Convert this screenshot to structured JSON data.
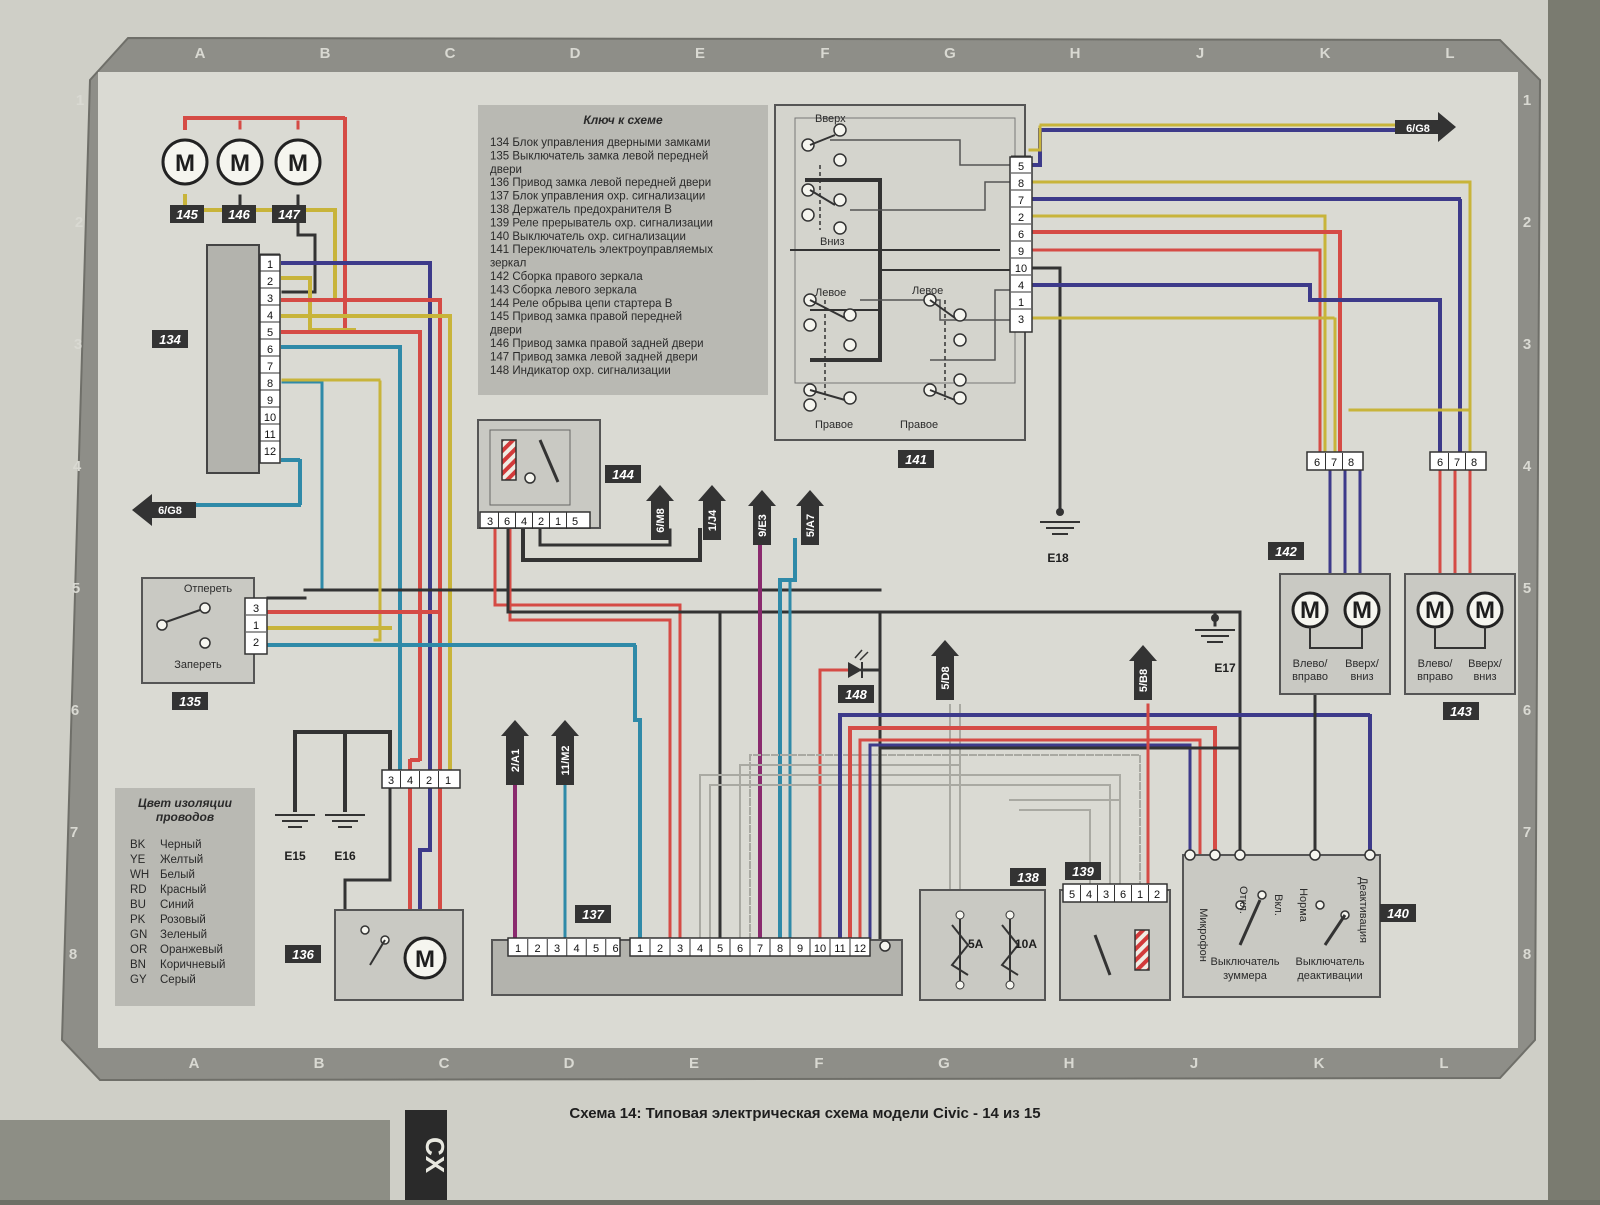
{
  "frame": {
    "columns": [
      "A",
      "B",
      "C",
      "D",
      "E",
      "F",
      "G",
      "H",
      "J",
      "K",
      "L"
    ],
    "rows": [
      "1",
      "2",
      "3",
      "4",
      "5",
      "6",
      "7",
      "8"
    ]
  },
  "key": {
    "title": "Ключ к схеме",
    "items": [
      "134 Блок управления дверными замками",
      "135 Выключатель замка левой передней",
      "      двери",
      "136 Привод замка левой передней двери",
      "137 Блок управления охр. сигнализации",
      "138 Держатель предохранителя В",
      "139 Реле прерыватель охр. сигнализации",
      "140 Выключатель охр. сигнализации",
      "141 Переключатель электроуправляемых",
      "      зеркал",
      "142 Сборка правого зеркала",
      "143 Сборка левого зеркала",
      "144 Реле обрыва цепи стартера В",
      "145 Привод замка правой передней",
      "      двери",
      "146 Привод замка правой задней двери",
      "147 Привод замка левой задней двери",
      "148 Индикатор охр. сигнализации"
    ]
  },
  "colors_legend": {
    "title_1": "Цвет изоляции",
    "title_2": "проводов",
    "codes": [
      "BK",
      "YE",
      "WH",
      "RD",
      "BU",
      "PK",
      "GN",
      "OR",
      "BN",
      "GY"
    ],
    "names": [
      "Черный",
      "Желтый",
      "Белый",
      "Красный",
      "Синий",
      "Розовый",
      "Зеленый",
      "Оранжевый",
      "Коричневый",
      "Серый"
    ]
  },
  "components": {
    "c134": "134",
    "c135": "135",
    "c136": "136",
    "c137": "137",
    "c138": "138",
    "c139": "139",
    "c140": "140",
    "c141": "141",
    "c142": "142",
    "c143": "143",
    "c144": "144",
    "c145": "145",
    "c146": "146",
    "c147": "147",
    "c148": "148"
  },
  "motor_symbol": "M",
  "labels": {
    "up": "Вверх",
    "down": "Вниз",
    "left_a": "Левое",
    "left_b": "Левое",
    "right_a": "Правое",
    "right_b": "Правое",
    "unlock": "Отпереть",
    "lock": "Запереть",
    "lr_1": "Влево/",
    "lr_2": "вправо",
    "ud_1": "Вверх/",
    "ud_2": "вниз",
    "microphone": "Микрофон",
    "off": "Откл.",
    "on": "Вкл.",
    "normal": "Норма",
    "deact": "Деактивация",
    "buzzer_1": "Выключатель",
    "buzzer_2": "зуммера",
    "deact_sw_1": "Выключатель",
    "deact_sw_2": "деактивации",
    "fuse_5a": "5A",
    "fuse_10a": "10A"
  },
  "connectors": {
    "c134": [
      "1",
      "2",
      "3",
      "4",
      "5",
      "6",
      "7",
      "8",
      "9",
      "10",
      "11",
      "12"
    ],
    "c141": [
      "5",
      "8",
      "7",
      "2",
      "6",
      "9",
      "10",
      "4",
      "1",
      "3"
    ],
    "c144": [
      "3",
      "6",
      "4",
      "2",
      "1",
      "5"
    ],
    "c135": [
      "3",
      "1",
      "2"
    ],
    "c136": [
      "3",
      "4",
      "2",
      "1"
    ],
    "c137_left": [
      "1",
      "2",
      "3",
      "4",
      "5",
      "6"
    ],
    "c137_right": [
      "1",
      "2",
      "3",
      "4",
      "5",
      "6",
      "7",
      "8",
      "9",
      "10",
      "11",
      "12"
    ],
    "c139": [
      "5",
      "4",
      "3",
      "6",
      "1",
      "2"
    ],
    "c142": [
      "6",
      "7",
      "8"
    ],
    "c143": [
      "6",
      "7",
      "8"
    ]
  },
  "grounds": {
    "e15": "E15",
    "e16": "E16",
    "e17": "E17",
    "e18": "E18"
  },
  "arrows": {
    "g8_right": "6/G8",
    "g8_left": "6/G8",
    "m8": "6/M8",
    "j4": "1/J4",
    "e3": "9/E3",
    "a7": "5/A7",
    "a1": "2/A1",
    "m2": "11/M2",
    "d8": "5/D8",
    "b8": "5/B8"
  },
  "caption": "Схема 14: Типовая электрическая схема модели Civic - 14 из 15",
  "page_tab": "CX"
}
